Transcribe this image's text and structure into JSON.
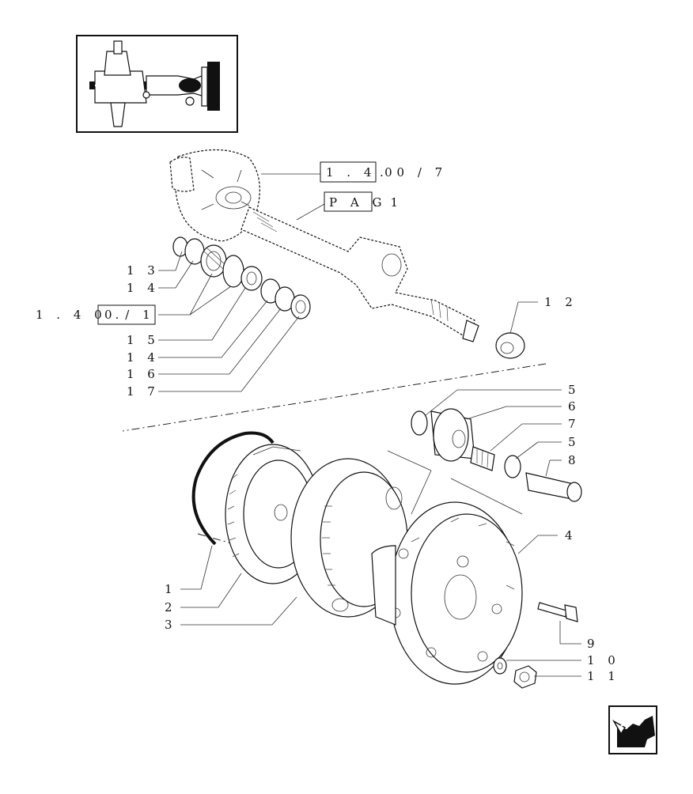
{
  "references": {
    "ref_1_40_0_7_box": "1 . 4 0",
    "ref_1_40_0_7_suffix": ". 0 / 7",
    "ref_pag_box": "P A G",
    "ref_pag_suffix": ". 1",
    "ref_1_40_0_1_prefix": "1 . 4 0 .",
    "ref_1_40_0_1_box": "0 / 1"
  },
  "callouts": {
    "c1": "1",
    "c2": "2",
    "c3": "3",
    "c4": "4",
    "c5a": "5",
    "c5b": "5",
    "c6": "6",
    "c7": "7",
    "c8": "8",
    "c9": "9",
    "c10": "1 0",
    "c11": "1 1",
    "c12": "1 2",
    "c13": "1 3",
    "c14a": "1 4",
    "c14b": "1 4",
    "c15": "1 5",
    "c16": "1 6",
    "c17": "1 7"
  },
  "icons": {
    "thumbnail": "axle-assembly-thumbnail",
    "nav": "back-arrow-icon"
  }
}
